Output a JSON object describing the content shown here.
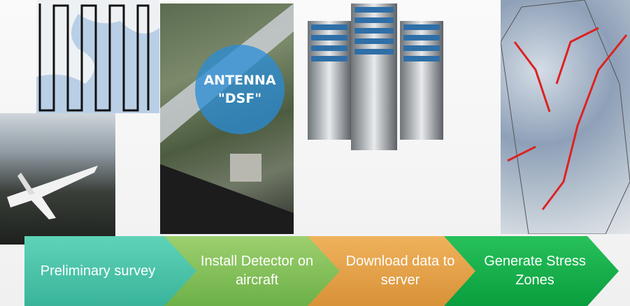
{
  "antenna": {
    "line1": "ANTENNA",
    "line2": "\"DSF\""
  },
  "steps": [
    {
      "label": "Preliminary survey",
      "color": "#4cc4a8"
    },
    {
      "label": "Install Detector on aircraft",
      "color": "#85c35a"
    },
    {
      "label": "Download data to server",
      "color": "#e4a24a"
    },
    {
      "label": "Generate Stress Zones",
      "color": "#17b04c"
    }
  ]
}
